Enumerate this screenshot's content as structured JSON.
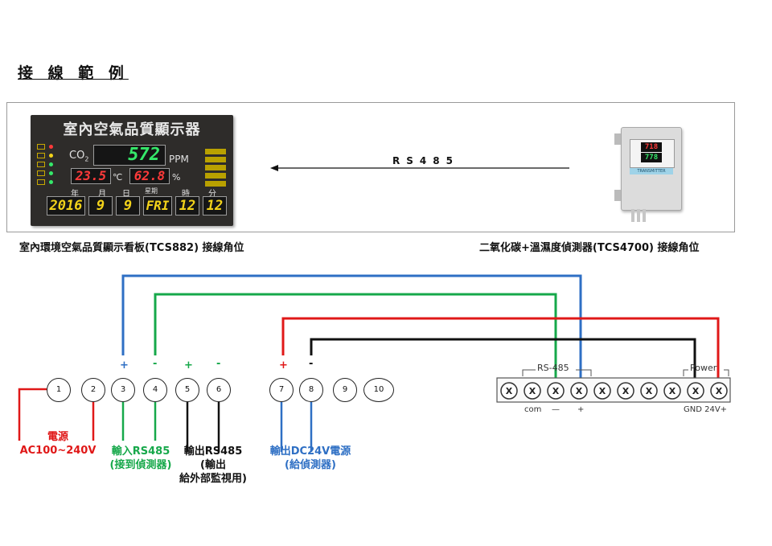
{
  "title": "接 線 範 例",
  "board": {
    "title": "室內空氣品質顯示器",
    "co2_label": "CO",
    "co2_sub": "2",
    "co2_value": "572",
    "co2_unit": "PPM",
    "temp_value": "23.5",
    "temp_unit": "℃",
    "hum_value": "62.8",
    "hum_unit": "%",
    "date_headers": [
      "年",
      "月",
      "日",
      "星期",
      "時",
      "分"
    ],
    "date_values": [
      "2016",
      "9",
      "9",
      "FRI",
      "12",
      "12"
    ],
    "caption": "室內環境空氣品質顯示看板(TCS882) 接線角位"
  },
  "sensor": {
    "display_top": "718",
    "display_bottom": "778",
    "brand": "TRANSMITTER",
    "caption": "二氧化碳+溫濕度偵測器(TCS4700) 接線角位"
  },
  "arrow_label": "RS485",
  "terminals": [
    "1",
    "2",
    "3",
    "4",
    "5",
    "6",
    "7",
    "8",
    "9",
    "10"
  ],
  "polarity": {
    "t3": "+",
    "t4": "-",
    "t5": "+",
    "t6": "-",
    "t7": "+",
    "t8": "-"
  },
  "terminal_block": {
    "group_rs485": "RS-485",
    "group_power": "Power",
    "mark_x": "X",
    "bottom_com": "com",
    "bottom_minus": "—",
    "bottom_plus": "+",
    "bottom_gnd": "GND 24V+"
  },
  "labels": {
    "power_line1": "電源",
    "power_line2": "AC100~240V",
    "in_line1": "輸入RS485",
    "in_line2": "(接到偵測器)",
    "out_line1": "輸出RS485",
    "out_line2": "(輸出",
    "out_line3": "給外部監視用)",
    "dc_line1": "輸出DC24V電源",
    "dc_line2": "(給偵測器)"
  },
  "colors": {
    "red": "#e01818",
    "green": "#16a84a",
    "blue": "#2e6fc4",
    "black": "#111111",
    "lcd_green": "#35e86a",
    "lcd_red": "#ff3a3a",
    "lcd_yellow": "#f2d21a"
  }
}
